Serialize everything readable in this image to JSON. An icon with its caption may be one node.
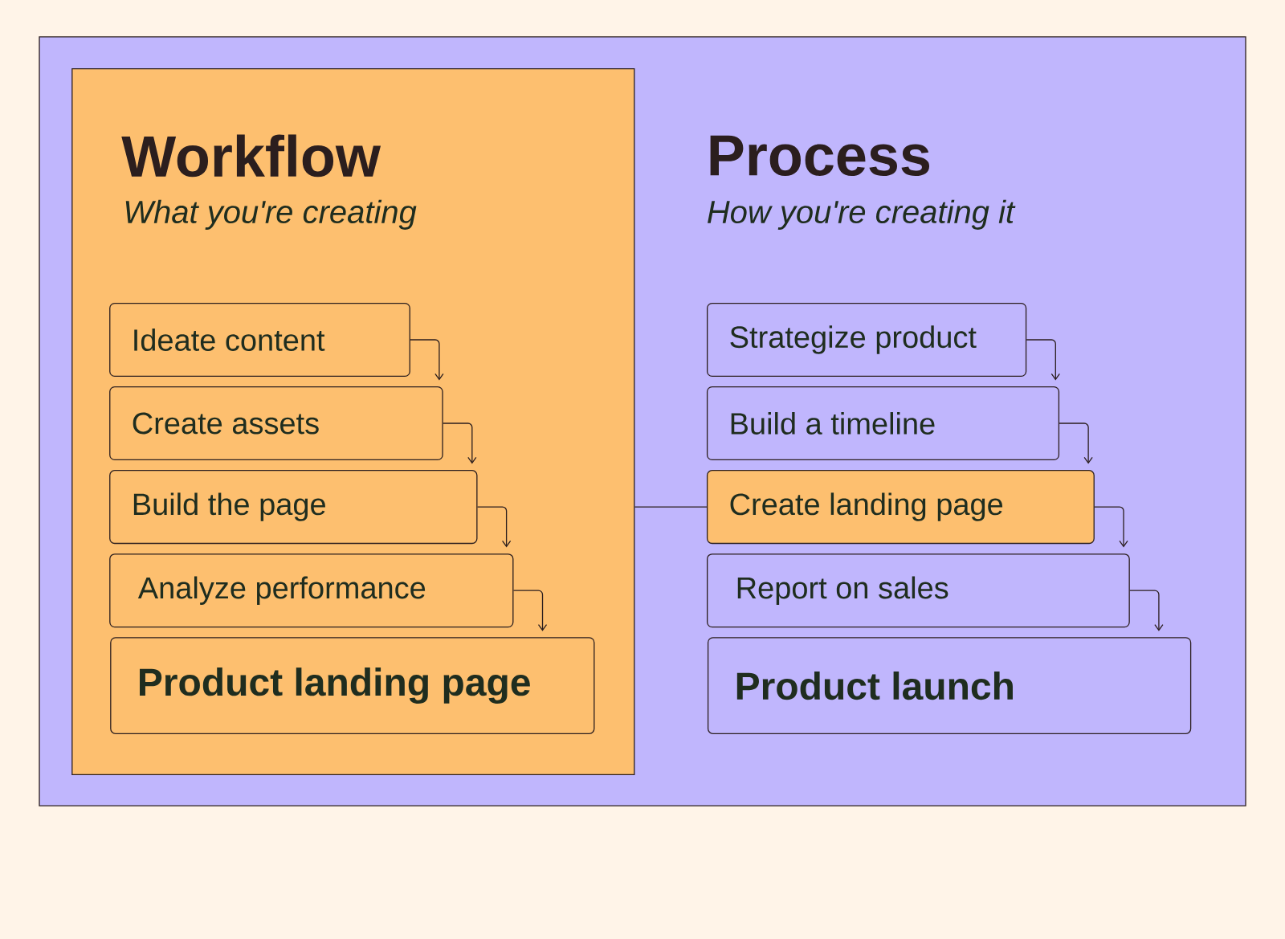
{
  "diagram": {
    "nodes": [
      {
        "text": [
          "Process",
          "How you're creating it"
        ]
      },
      {
        "text": [
          "Workflow",
          "What you're creating"
        ],
        "in": 0
      },
      {
        "text": [
          "Ideate content"
        ],
        "in": 1
      },
      {
        "text": [
          "Create assets"
        ],
        "in": 1
      },
      {
        "text": [
          "Build the page"
        ],
        "in": 1
      },
      {
        "text": [
          "Analyze performance"
        ],
        "in": 1
      },
      {
        "text": [
          "Product landing page"
        ],
        "in": 1
      },
      {
        "text": [
          "Strategize product"
        ],
        "in": 0
      },
      {
        "text": [
          "Build a timeline"
        ],
        "in": 0
      },
      {
        "text": [
          "Create landing page"
        ],
        "in": 0
      },
      {
        "text": [
          "Report on sales"
        ],
        "in": 0
      },
      {
        "text": [
          "Product launch"
        ],
        "in": 0
      }
    ],
    "edges": [
      {
        "from": 2,
        "to": 3,
        "arrow": "to"
      },
      {
        "from": 3,
        "to": 4,
        "arrow": "to"
      },
      {
        "from": 4,
        "to": 5,
        "arrow": "to"
      },
      {
        "from": 5,
        "to": 6,
        "arrow": "to"
      },
      {
        "from": 7,
        "to": 8,
        "arrow": "to"
      },
      {
        "from": 8,
        "to": 9,
        "arrow": "to"
      },
      {
        "from": 9,
        "to": 10,
        "arrow": "to"
      },
      {
        "from": 10,
        "to": 11,
        "arrow": "to"
      },
      {
        "from": 1,
        "to": 9,
        "arrow": "none"
      }
    ]
  }
}
